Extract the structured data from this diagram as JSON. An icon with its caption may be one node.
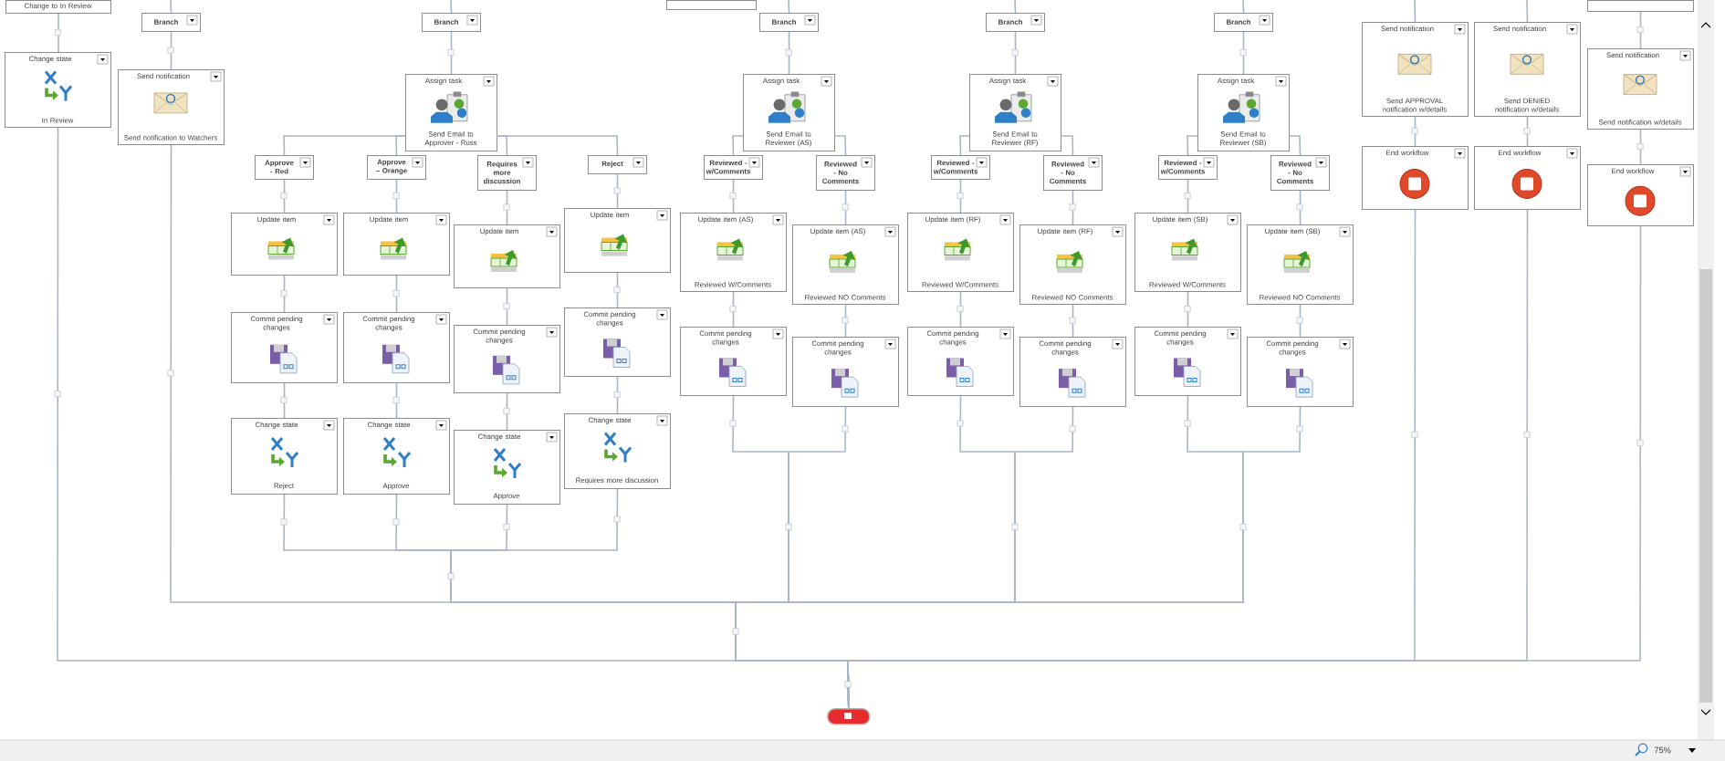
{
  "diagram": {
    "nodes": [
      {
        "text": [
          "Change to In Review"
        ]
      },
      {
        "text": [
          "Change state",
          "In Review"
        ]
      },
      {
        "text": [
          "Branch"
        ]
      },
      {
        "text": [
          "Send notification",
          "Send notification to Watchers"
        ]
      },
      {
        "text": [
          "Branch"
        ]
      },
      {
        "text": [
          "Assign task",
          "Send Email to Approver - Russ"
        ]
      },
      {
        "text": [
          "Approve - Red"
        ]
      },
      {
        "text": [
          "Approve – Orange"
        ]
      },
      {
        "text": [
          "Requires more discussion"
        ]
      },
      {
        "text": [
          "Reject"
        ]
      },
      {
        "text": [
          "Update item"
        ]
      },
      {
        "text": [
          "Update item"
        ]
      },
      {
        "text": [
          "Update item"
        ]
      },
      {
        "text": [
          "Update item"
        ]
      },
      {
        "text": [
          "Commit pending changes"
        ]
      },
      {
        "text": [
          "Commit pending changes"
        ]
      },
      {
        "text": [
          "Commit pending changes"
        ]
      },
      {
        "text": [
          "Commit pending changes"
        ]
      },
      {
        "text": [
          "Change state",
          "Reject"
        ]
      },
      {
        "text": [
          "Change state",
          "Approve"
        ]
      },
      {
        "text": [
          "Change state",
          "Approve"
        ]
      },
      {
        "text": [
          "Change state",
          "Requires more discussion"
        ]
      },
      {
        "text": [
          "Branch"
        ]
      },
      {
        "text": [
          "Assign task",
          "Send Email to Reviewer (AS)"
        ]
      },
      {
        "text": [
          "Reviewed - w/Comments"
        ]
      },
      {
        "text": [
          "Reviewed - No Comments"
        ]
      },
      {
        "text": [
          "Update item (AS)",
          "Reviewed W/Comments"
        ]
      },
      {
        "text": [
          "Update item (AS)",
          "Reviewed NO Comments"
        ]
      },
      {
        "text": [
          "Commit pending changes"
        ]
      },
      {
        "text": [
          "Commit pending changes"
        ]
      },
      {
        "text": [
          "Branch"
        ]
      },
      {
        "text": [
          "Assign task",
          "Send Email to Reviewer (RF)"
        ]
      },
      {
        "text": [
          "Reviewed - w/Comments"
        ]
      },
      {
        "text": [
          "Reviewed - No Comments"
        ]
      },
      {
        "text": [
          "Update item (RF)",
          "Reviewed W/Comments"
        ]
      },
      {
        "text": [
          "Update item (RF)",
          "Reviewed NO Comments"
        ]
      },
      {
        "text": [
          "Commit pending changes"
        ]
      },
      {
        "text": [
          "Commit pending changes"
        ]
      },
      {
        "text": [
          "Branch"
        ]
      },
      {
        "text": [
          "Assign task",
          "Send Email to Reviewer (SB)"
        ]
      },
      {
        "text": [
          "Reviewed - w/Comments"
        ]
      },
      {
        "text": [
          "Reviewed - No Comments"
        ]
      },
      {
        "text": [
          "Update item (SB)",
          "Reviewed W/Comments"
        ]
      },
      {
        "text": [
          "Update item (SB)",
          "Reviewed NO Comments"
        ]
      },
      {
        "text": [
          "Commit pending changes"
        ]
      },
      {
        "text": [
          "Commit pending changes"
        ]
      },
      {
        "text": [
          "Send notification",
          "Send APPROVAL notification w/details"
        ]
      },
      {
        "text": [
          "Send notification",
          "Send DENIED notification w/details"
        ]
      },
      {
        "text": [],
        "shape": "box"
      },
      {
        "text": [
          "Send notification",
          "Send notification w/details"
        ]
      },
      {
        "text": [
          "End workflow"
        ]
      },
      {
        "text": [
          "End workflow"
        ]
      },
      {
        "text": [
          "End workflow"
        ]
      },
      {
        "text": [],
        "shape": "box"
      },
      {
        "text": [],
        "shape": "box"
      }
    ],
    "edges": [
      {
        "from": 0,
        "to": 1,
        "arrow": "none"
      },
      {
        "from": 1,
        "to": 53,
        "arrow": "none"
      },
      {
        "from": null,
        "to": 2,
        "arrow": "none"
      },
      {
        "from": 2,
        "to": 3,
        "arrow": "none"
      },
      {
        "from": 3,
        "to": 53,
        "arrow": "none"
      },
      {
        "from": null,
        "to": 4,
        "arrow": "none"
      },
      {
        "from": 4,
        "to": 5,
        "arrow": "none"
      },
      {
        "from": 5,
        "to": 6,
        "arrow": "none"
      },
      {
        "from": 5,
        "to": 7,
        "arrow": "none"
      },
      {
        "from": 5,
        "to": 8,
        "arrow": "none"
      },
      {
        "from": 5,
        "to": 9,
        "arrow": "none"
      },
      {
        "from": 6,
        "to": 10,
        "arrow": "none"
      },
      {
        "from": 7,
        "to": 11,
        "arrow": "none"
      },
      {
        "from": 8,
        "to": 12,
        "arrow": "none"
      },
      {
        "from": 9,
        "to": 13,
        "arrow": "none"
      },
      {
        "from": 10,
        "to": 14,
        "arrow": "none"
      },
      {
        "from": 11,
        "to": 15,
        "arrow": "none"
      },
      {
        "from": 12,
        "to": 16,
        "arrow": "none"
      },
      {
        "from": 13,
        "to": 17,
        "arrow": "none"
      },
      {
        "from": 14,
        "to": 18,
        "arrow": "none"
      },
      {
        "from": 15,
        "to": 19,
        "arrow": "none"
      },
      {
        "from": 16,
        "to": 20,
        "arrow": "none"
      },
      {
        "from": 17,
        "to": 21,
        "arrow": "none"
      },
      {
        "from": 18,
        "to": 53,
        "arrow": "none"
      },
      {
        "from": 19,
        "to": 53,
        "arrow": "none"
      },
      {
        "from": 20,
        "to": 53,
        "arrow": "none"
      },
      {
        "from": 21,
        "to": 53,
        "arrow": "none"
      },
      {
        "from": null,
        "to": 22,
        "arrow": "none"
      },
      {
        "from": 22,
        "to": 23,
        "arrow": "none"
      },
      {
        "from": 23,
        "to": 24,
        "arrow": "none"
      },
      {
        "from": 23,
        "to": 25,
        "arrow": "none"
      },
      {
        "from": 24,
        "to": 26,
        "arrow": "none"
      },
      {
        "from": 25,
        "to": 27,
        "arrow": "none"
      },
      {
        "from": 26,
        "to": 28,
        "arrow": "none"
      },
      {
        "from": 27,
        "to": 29,
        "arrow": "none"
      },
      {
        "from": 28,
        "to": 53,
        "arrow": "none"
      },
      {
        "from": 29,
        "to": 53,
        "arrow": "none"
      },
      {
        "from": null,
        "to": 30,
        "arrow": "none"
      },
      {
        "from": 30,
        "to": 31,
        "arrow": "none"
      },
      {
        "from": 31,
        "to": 32,
        "arrow": "none"
      },
      {
        "from": 31,
        "to": 33,
        "arrow": "none"
      },
      {
        "from": 32,
        "to": 34,
        "arrow": "none"
      },
      {
        "from": 33,
        "to": 35,
        "arrow": "none"
      },
      {
        "from": 34,
        "to": 36,
        "arrow": "none"
      },
      {
        "from": 35,
        "to": 37,
        "arrow": "none"
      },
      {
        "from": 36,
        "to": 53,
        "arrow": "none"
      },
      {
        "from": 37,
        "to": 53,
        "arrow": "none"
      },
      {
        "from": null,
        "to": 38,
        "arrow": "none"
      },
      {
        "from": 38,
        "to": 39,
        "arrow": "none"
      },
      {
        "from": 39,
        "to": 40,
        "arrow": "none"
      },
      {
        "from": 39,
        "to": 41,
        "arrow": "none"
      },
      {
        "from": 40,
        "to": 42,
        "arrow": "none"
      },
      {
        "from": 41,
        "to": 43,
        "arrow": "none"
      },
      {
        "from": 42,
        "to": 44,
        "arrow": "none"
      },
      {
        "from": 43,
        "to": 45,
        "arrow": "none"
      },
      {
        "from": 44,
        "to": 53,
        "arrow": "none"
      },
      {
        "from": 45,
        "to": 53,
        "arrow": "none"
      },
      {
        "from": null,
        "to": 46,
        "arrow": "none"
      },
      {
        "from": 46,
        "to": 50,
        "arrow": "none"
      },
      {
        "from": 50,
        "to": 53,
        "arrow": "none"
      },
      {
        "from": null,
        "to": 47,
        "arrow": "none"
      },
      {
        "from": 47,
        "to": 51,
        "arrow": "none"
      },
      {
        "from": 51,
        "to": 53,
        "arrow": "none"
      },
      {
        "from": 48,
        "to": 49,
        "arrow": "none"
      },
      {
        "from": 49,
        "to": 52,
        "arrow": "none"
      },
      {
        "from": 52,
        "to": 53,
        "arrow": "none"
      }
    ],
    "labels": [
      "75%"
    ]
  }
}
